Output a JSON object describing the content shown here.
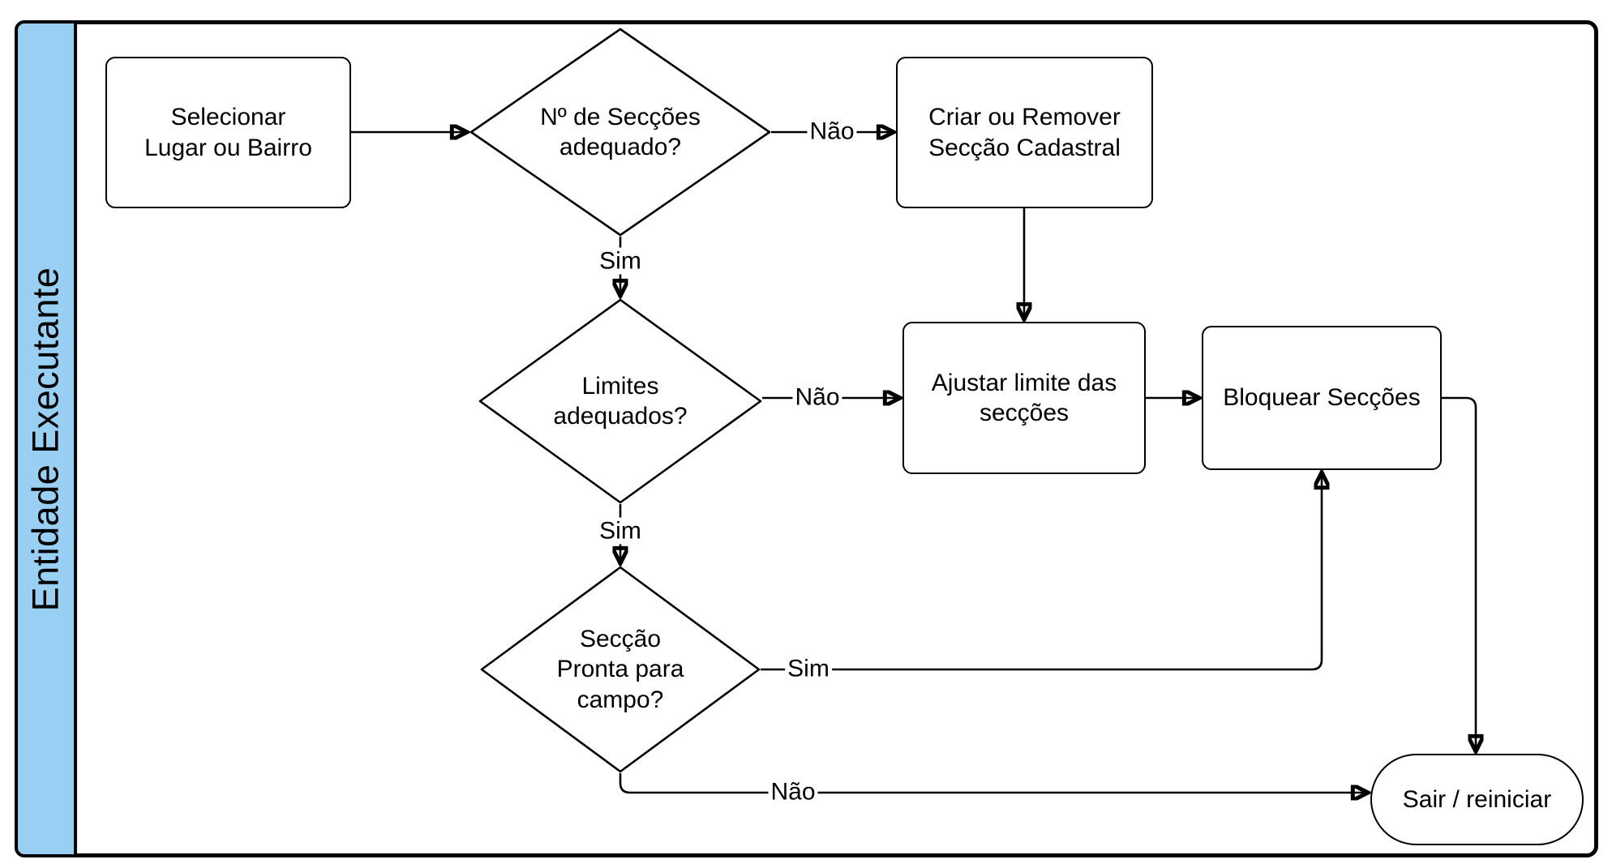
{
  "colors": {
    "lane_fill": "#99CFF2",
    "stroke": "#000000",
    "shape_fill": "#ffffff",
    "background": "#ffffff"
  },
  "lane": {
    "title": "Entidade Executante"
  },
  "nodes": {
    "selecionar": {
      "type": "process",
      "label": "Selecionar\nLugar ou Bairro"
    },
    "num_seccoes": {
      "type": "decision",
      "label": "Nº de Secções\nadequado?"
    },
    "criar_remover": {
      "type": "process",
      "label": "Criar ou Remover\nSecção Cadastral"
    },
    "limites": {
      "type": "decision",
      "label": "Limites\nadequados?"
    },
    "ajustar": {
      "type": "process",
      "label": "Ajustar limite das\nsecções"
    },
    "bloquear": {
      "type": "process",
      "label": "Bloquear Secções"
    },
    "pronta": {
      "type": "decision",
      "label": "Secção\nPronta para\ncampo?"
    },
    "sair": {
      "type": "terminator",
      "label": "Sair / reiniciar"
    }
  },
  "edge_labels": {
    "num_seccoes_nao": "Não",
    "num_seccoes_sim": "Sim",
    "limites_nao": "Não",
    "limites_sim": "Sim",
    "pronta_sim": "Sim",
    "pronta_nao": "Não"
  }
}
